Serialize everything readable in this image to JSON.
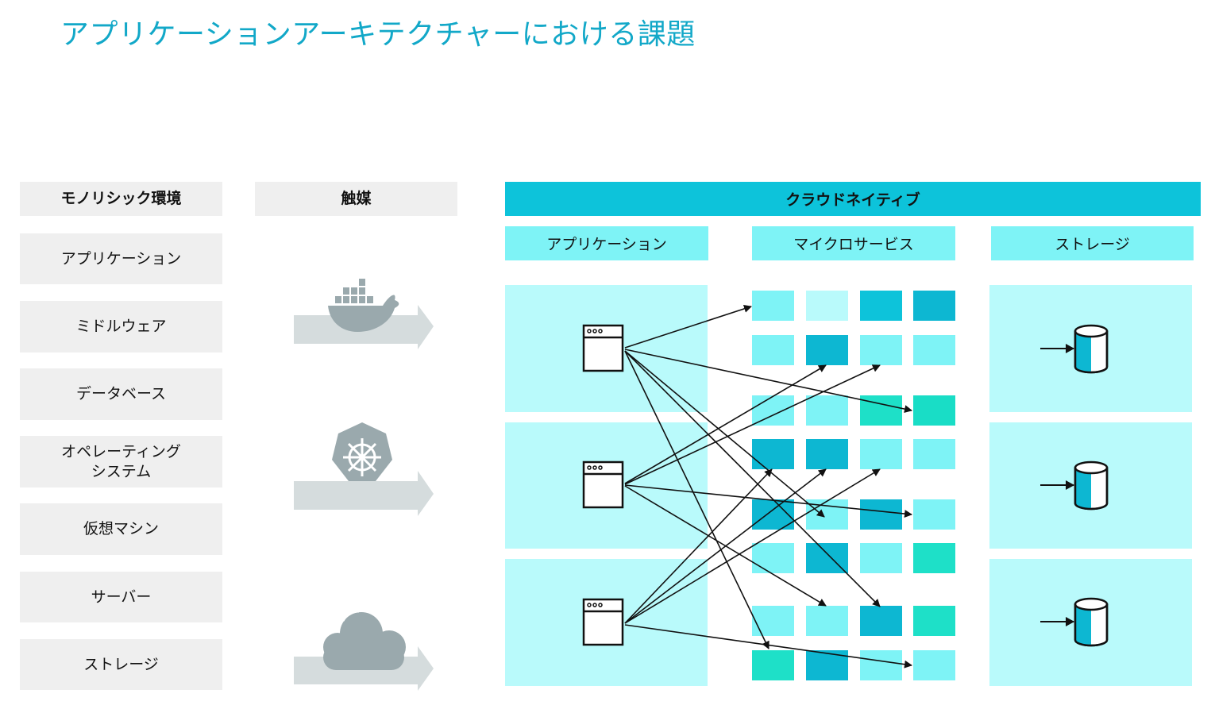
{
  "title": "アプリケーションアーキテクチャーにおける課題",
  "monolithic": {
    "header": "モノリシック環境",
    "items": [
      "アプリケーション",
      "ミドルウェア",
      "データベース",
      "オペレーティング\nシステム",
      "仮想マシン",
      "サーバー",
      "ストレージ"
    ]
  },
  "catalyst": {
    "header": "触媒",
    "icons": [
      "docker-whale-icon",
      "kubernetes-helm-icon",
      "cloud-icon"
    ]
  },
  "cloud_native": {
    "header": "クラウドネイティブ",
    "columns": [
      "アプリケーション",
      "マイクロサービス",
      "ストレージ"
    ]
  },
  "colors": {
    "title": "#12a8c8",
    "header_cyan": "#0dc3da",
    "subheader": "#7ef3f6",
    "panel": "#b9fafb",
    "ms_colors": [
      "#7ef3f6",
      "#b9fafb",
      "#0dc3da",
      "#0db7d2",
      "#1ee0c8",
      "#19ddc6"
    ],
    "icon_gray": "#9aa9ad"
  }
}
